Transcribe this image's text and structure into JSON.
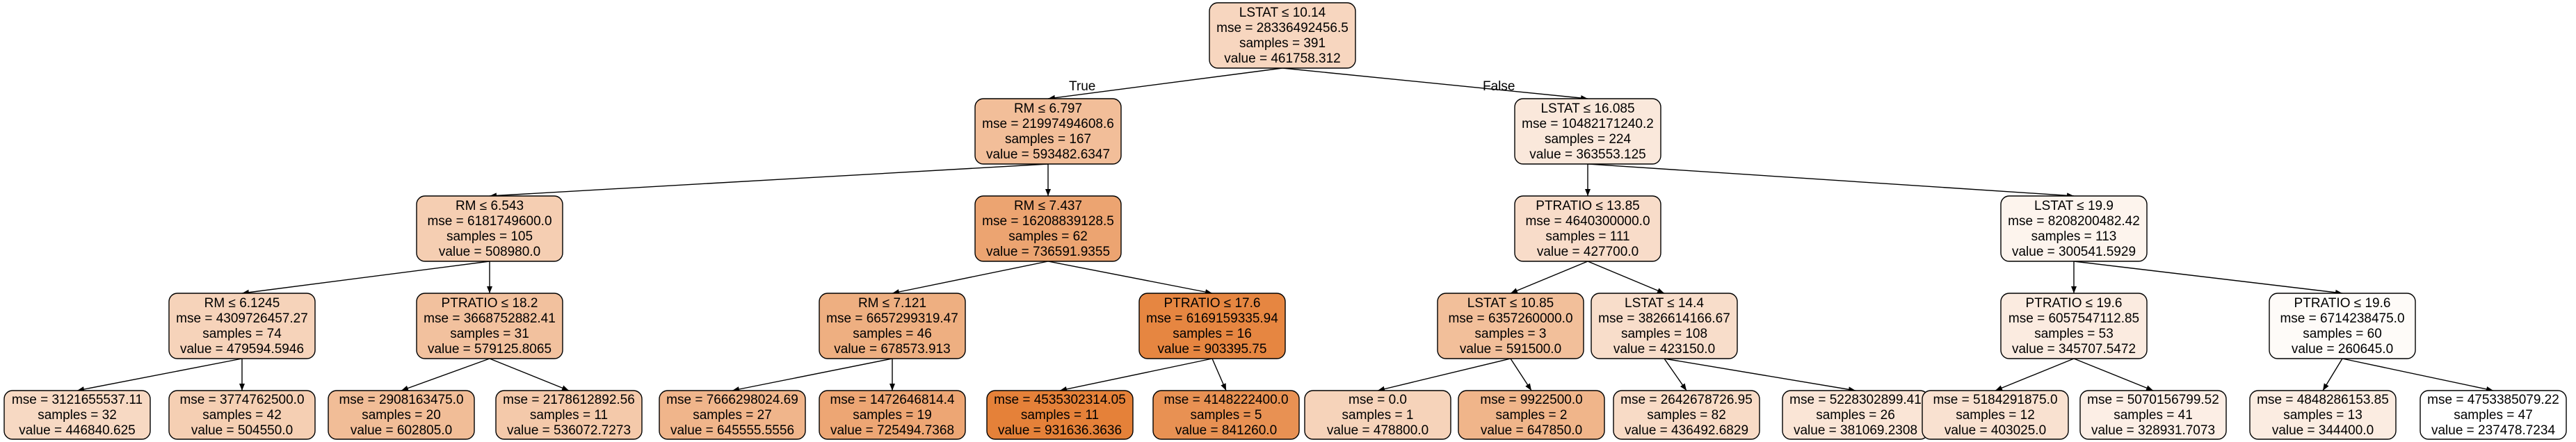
{
  "edge_labels": {
    "true": "True",
    "false": "False"
  },
  "colors": {
    "border": "#000000",
    "low": "#ffffff",
    "high": "#e58139"
  },
  "tree": {
    "nodes": [
      {
        "id": 0,
        "lines": [
          "LSTAT ≤ 10.14",
          "mse = 28336492456.5",
          "samples = 391",
          "value = 461758.312"
        ],
        "value": 461758.312
      },
      {
        "id": 1,
        "lines": [
          "RM ≤ 6.797",
          "mse = 21997494608.6",
          "samples = 167",
          "value = 593482.6347"
        ],
        "value": 593482.6347
      },
      {
        "id": 2,
        "lines": [
          "RM ≤ 6.543",
          "mse = 6181749600.0",
          "samples = 105",
          "value = 508980.0"
        ],
        "value": 508980.0
      },
      {
        "id": 3,
        "lines": [
          "RM ≤ 6.1245",
          "mse = 4309726457.27",
          "samples = 74",
          "value = 479594.5946"
        ],
        "value": 479594.5946
      },
      {
        "id": 4,
        "lines": [
          "mse = 3121655537.11",
          "samples = 32",
          "value = 446840.625"
        ],
        "value": 446840.625
      },
      {
        "id": 5,
        "lines": [
          "mse = 3774762500.0",
          "samples = 42",
          "value = 504550.0"
        ],
        "value": 504550.0
      },
      {
        "id": 6,
        "lines": [
          "PTRATIO ≤ 18.2",
          "mse = 3668752882.41",
          "samples = 31",
          "value = 579125.8065"
        ],
        "value": 579125.8065
      },
      {
        "id": 7,
        "lines": [
          "mse = 2908163475.0",
          "samples = 20",
          "value = 602805.0"
        ],
        "value": 602805.0
      },
      {
        "id": 8,
        "lines": [
          "mse = 2178612892.56",
          "samples = 11",
          "value = 536072.7273"
        ],
        "value": 536072.7273
      },
      {
        "id": 9,
        "lines": [
          "RM ≤ 7.437",
          "mse = 16208839128.5",
          "samples = 62",
          "value = 736591.9355"
        ],
        "value": 736591.9355
      },
      {
        "id": 10,
        "lines": [
          "RM ≤ 7.121",
          "mse = 6657299319.47",
          "samples = 46",
          "value = 678573.913"
        ],
        "value": 678573.913
      },
      {
        "id": 11,
        "lines": [
          "mse = 7666298024.69",
          "samples = 27",
          "value = 645555.5556"
        ],
        "value": 645555.5556
      },
      {
        "id": 12,
        "lines": [
          "mse = 1472646814.4",
          "samples = 19",
          "value = 725494.7368"
        ],
        "value": 725494.7368
      },
      {
        "id": 13,
        "lines": [
          "PTRATIO ≤ 17.6",
          "mse = 6169159335.94",
          "samples = 16",
          "value = 903395.75"
        ],
        "value": 903395.75
      },
      {
        "id": 14,
        "lines": [
          "mse = 4535302314.05",
          "samples = 11",
          "value = 931636.3636"
        ],
        "value": 931636.3636
      },
      {
        "id": 15,
        "lines": [
          "mse = 4148222400.0",
          "samples = 5",
          "value = 841260.0"
        ],
        "value": 841260.0
      },
      {
        "id": 16,
        "lines": [
          "LSTAT ≤ 16.085",
          "mse = 10482171240.2",
          "samples = 224",
          "value = 363553.125"
        ],
        "value": 363553.125
      },
      {
        "id": 17,
        "lines": [
          "PTRATIO ≤ 13.85",
          "mse = 4640300000.0",
          "samples = 111",
          "value = 427700.0"
        ],
        "value": 427700.0
      },
      {
        "id": 18,
        "lines": [
          "LSTAT ≤ 10.85",
          "mse = 6357260000.0",
          "samples = 3",
          "value = 591500.0"
        ],
        "value": 591500.0
      },
      {
        "id": 19,
        "lines": [
          "mse = 0.0",
          "samples = 1",
          "value = 478800.0"
        ],
        "value": 478800.0
      },
      {
        "id": 20,
        "lines": [
          "mse = 9922500.0",
          "samples = 2",
          "value = 647850.0"
        ],
        "value": 647850.0
      },
      {
        "id": 21,
        "lines": [
          "LSTAT ≤ 14.4",
          "mse = 3826614166.67",
          "samples = 108",
          "value = 423150.0"
        ],
        "value": 423150.0
      },
      {
        "id": 22,
        "lines": [
          "mse = 2642678726.95",
          "samples = 82",
          "value = 436492.6829"
        ],
        "value": 436492.6829
      },
      {
        "id": 23,
        "lines": [
          "mse = 5228302899.41",
          "samples = 26",
          "value = 381069.2308"
        ],
        "value": 381069.2308
      },
      {
        "id": 24,
        "lines": [
          "LSTAT ≤ 19.9",
          "mse = 8208200482.42",
          "samples = 113",
          "value = 300541.5929"
        ],
        "value": 300541.5929
      },
      {
        "id": 25,
        "lines": [
          "PTRATIO ≤ 19.6",
          "mse = 6057547112.85",
          "samples = 53",
          "value = 345707.5472"
        ],
        "value": 345707.5472
      },
      {
        "id": 26,
        "lines": [
          "mse = 5184291875.0",
          "samples = 12",
          "value = 403025.0"
        ],
        "value": 403025.0
      },
      {
        "id": 27,
        "lines": [
          "mse = 5070156799.52",
          "samples = 41",
          "value = 328931.7073"
        ],
        "value": 328931.7073
      },
      {
        "id": 28,
        "lines": [
          "PTRATIO ≤ 19.6",
          "mse = 6714238475.0",
          "samples = 60",
          "value = 260645.0"
        ],
        "value": 260645.0
      },
      {
        "id": 29,
        "lines": [
          "mse = 4848286153.85",
          "samples = 13",
          "value = 344400.0"
        ],
        "value": 344400.0
      },
      {
        "id": 30,
        "lines": [
          "mse = 4753385079.22",
          "samples = 47",
          "value = 237478.7234"
        ],
        "value": 237478.7234
      }
    ],
    "edges": [
      {
        "from": 0,
        "to": 1,
        "label": "true"
      },
      {
        "from": 0,
        "to": 16,
        "label": "false"
      },
      {
        "from": 1,
        "to": 2
      },
      {
        "from": 1,
        "to": 9
      },
      {
        "from": 2,
        "to": 3
      },
      {
        "from": 2,
        "to": 6
      },
      {
        "from": 3,
        "to": 4
      },
      {
        "from": 3,
        "to": 5
      },
      {
        "from": 6,
        "to": 7
      },
      {
        "from": 6,
        "to": 8
      },
      {
        "from": 9,
        "to": 10
      },
      {
        "from": 9,
        "to": 13
      },
      {
        "from": 10,
        "to": 11
      },
      {
        "from": 10,
        "to": 12
      },
      {
        "from": 13,
        "to": 14
      },
      {
        "from": 13,
        "to": 15
      },
      {
        "from": 16,
        "to": 17
      },
      {
        "from": 16,
        "to": 24
      },
      {
        "from": 17,
        "to": 18
      },
      {
        "from": 17,
        "to": 21
      },
      {
        "from": 18,
        "to": 19
      },
      {
        "from": 18,
        "to": 20
      },
      {
        "from": 21,
        "to": 22
      },
      {
        "from": 21,
        "to": 23
      },
      {
        "from": 24,
        "to": 25
      },
      {
        "from": 24,
        "to": 28
      },
      {
        "from": 25,
        "to": 26
      },
      {
        "from": 25,
        "to": 27
      },
      {
        "from": 28,
        "to": 29
      },
      {
        "from": 28,
        "to": 30
      }
    ]
  }
}
